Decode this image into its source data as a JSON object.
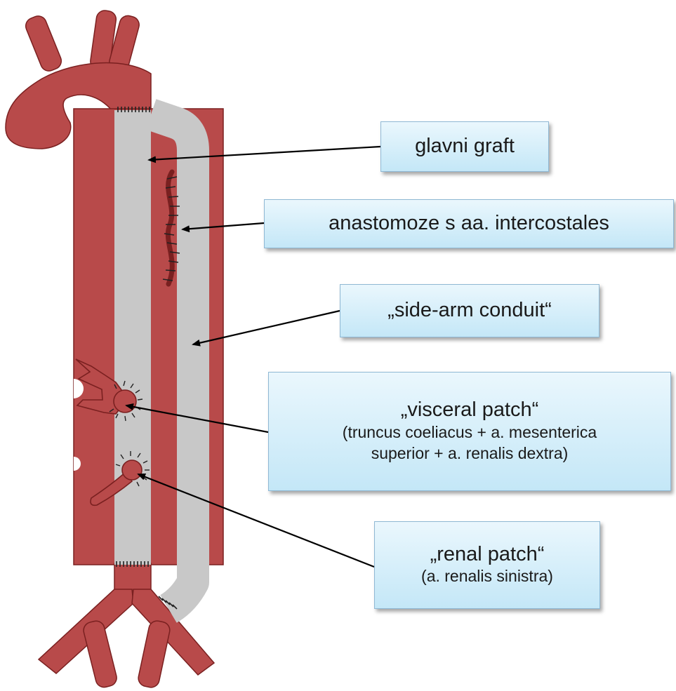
{
  "colors": {
    "vessel": "#b84a4a",
    "vessel_outline": "#7a2020",
    "graft": "#c8c8c8",
    "suture": "#222222",
    "label_fill_top": "#eaf7fd",
    "label_fill_bottom": "#c4e7f7",
    "label_border": "#8fb8d4"
  },
  "labels": {
    "main_graft": {
      "title": "glavni graft"
    },
    "intercostal": {
      "title": "anastomoze s aa. intercostales"
    },
    "side_arm": {
      "title": "„side-arm conduit“"
    },
    "visceral": {
      "title": "„visceral patch“",
      "line1": "(truncus coeliacus + a. mesenterica",
      "line2": "superior + a. renalis dextra)"
    },
    "renal": {
      "title": "„renal patch“",
      "line1": "(a. renalis sinistra)"
    }
  }
}
